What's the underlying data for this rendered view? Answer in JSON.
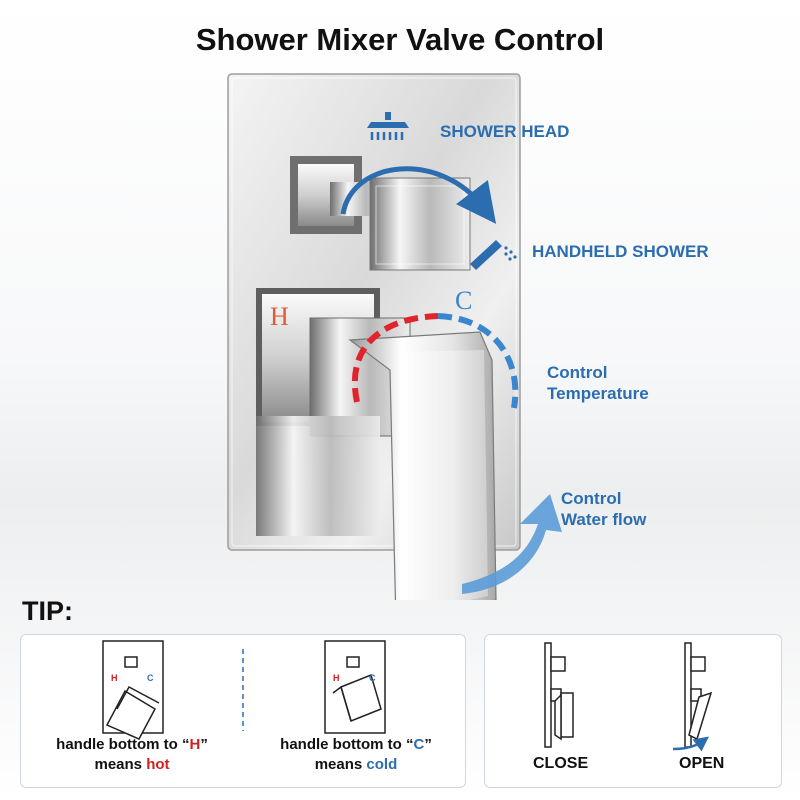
{
  "title": "Shower Mixer Valve Control",
  "labels": {
    "shower_head": "SHOWER HEAD",
    "handheld_shower": "HANDHELD SHOWER",
    "control_temp_1": "Control",
    "control_temp_2": "Temperature",
    "control_flow_1": "Control",
    "control_flow_2": "Water flow",
    "hot_letter": "H",
    "cold_letter": "C"
  },
  "tip": {
    "title": "TIP:",
    "hot": {
      "line1_a": "handle bottom to “",
      "line1_b": "H",
      "line1_c": "”",
      "line2_a": "means ",
      "line2_b": "hot"
    },
    "cold": {
      "line1_a": "handle bottom to “",
      "line1_b": "C",
      "line1_c": "”",
      "line2_a": "means ",
      "line2_b": "cold"
    },
    "mini_h": "H",
    "mini_c": "C",
    "close": "CLOSE",
    "open": "OPEN"
  },
  "colors": {
    "blue": "#2c6db0",
    "red": "#d02020",
    "border": "#cfd6e2"
  }
}
